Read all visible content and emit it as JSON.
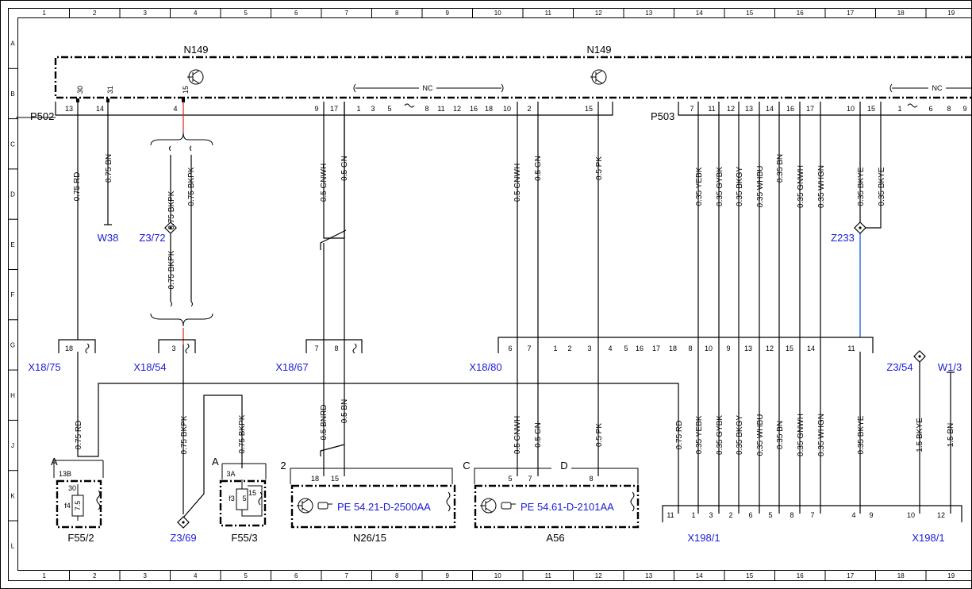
{
  "frame": {
    "columns": [
      "1",
      "2",
      "3",
      "4",
      "5",
      "6",
      "7",
      "8",
      "9",
      "10",
      "11",
      "12",
      "13",
      "14",
      "15",
      "16",
      "17",
      "18",
      "19"
    ],
    "rows": [
      "A",
      "B",
      "C",
      "D",
      "E",
      "F",
      "G",
      "H",
      "J",
      "K",
      "L"
    ]
  },
  "modules": {
    "n149_left": "N149",
    "n149_right": "N149",
    "p502": "P502",
    "p503": "P503",
    "nc": "NC"
  },
  "p502_pins": {
    "top": [
      "30",
      "31",
      "15"
    ],
    "bottom": [
      "13",
      "14",
      "4",
      "9",
      "17",
      "1",
      "3",
      "5",
      "8",
      "11",
      "12",
      "16",
      "18",
      "10",
      "2",
      "15"
    ]
  },
  "p503_pins": {
    "bottom": [
      "7",
      "11",
      "12",
      "13",
      "14",
      "16",
      "17",
      "10",
      "15",
      "1",
      "6",
      "8",
      "9"
    ]
  },
  "wires_upper": [
    "0.75 RD",
    "0.75 BN",
    "0.75 BKPK",
    "0.75 BKPK",
    "0.75 BKPK",
    "0.5 GNWH",
    "0.5 GN",
    "0.5 GNWH",
    "0.5 GN",
    "0.5 PK",
    "0.35 YEBK",
    "0.35 GYBK",
    "0.35 BKGY",
    "0.35 WHBU",
    "0.35 BN",
    "0.35 GNWH",
    "0.35 WHGN",
    "0.35 BKYE",
    "0.35 BKYE"
  ],
  "wires_lower": [
    "0.75 RD",
    "0.75 BKPK",
    "0.75 BKPK",
    "0.5 BNRD",
    "0.5 BN",
    "0.5 GNWH",
    "0.5 GN",
    "0.5 PK",
    "0.75 RD",
    "0.35 YEBK",
    "0.35 GYBK",
    "0.35 BKGY",
    "0.35 WHBU",
    "0.35 BN",
    "0.35 GNWH",
    "0.35 WHGN",
    "0.35 BKYE",
    "1.5 BKYE",
    "1.5 BN"
  ],
  "connectors": {
    "w38": "W38",
    "z3_72": "Z3/72",
    "z233": "Z233",
    "x18_75": "X18/75",
    "x18_54": "X18/54",
    "x18_67": "X18/67",
    "x18_80": "X18/80",
    "z3_54": "Z3/54",
    "w1_3": "W1/3",
    "z3_69": "Z3/69",
    "x198_1_left": "X198/1",
    "x198_1_right": "X198/1"
  },
  "connector_pins": {
    "x18_75": [
      "18"
    ],
    "x18_54": [
      "3"
    ],
    "x18_67": [
      "7",
      "8"
    ],
    "x18_80": [
      "6",
      "7",
      "1",
      "2",
      "3",
      "4",
      "5",
      "16",
      "17",
      "18",
      "8",
      "10",
      "9",
      "13",
      "12",
      "15",
      "14",
      "11"
    ],
    "x198_1": [
      "11",
      "1",
      "3",
      "2",
      "6",
      "5",
      "8",
      "7",
      "4",
      "9",
      "10",
      "12"
    ]
  },
  "components": {
    "f55_2": "F55/2",
    "f55_3": "F55/3",
    "n26_15": "N26/15",
    "a56": "A56",
    "f55_2_pins": [
      "A",
      "13B",
      "30",
      "f4",
      "7.5"
    ],
    "f55_3_pins": [
      "A",
      "3A",
      "f3",
      "5",
      "15"
    ],
    "n26_15_pins": [
      "2",
      "18",
      "15"
    ],
    "a56_pins": [
      "C",
      "5",
      "7",
      "D",
      "8"
    ],
    "ref_n26": "PE 54.21-D-2500AA",
    "ref_a56": "PE 54.61-D-2101AA"
  },
  "colors": {
    "label_blue": "#1a1adb",
    "wire_red": "#e02020",
    "wire_blue": "#1a5ad8",
    "line": "#000000"
  }
}
